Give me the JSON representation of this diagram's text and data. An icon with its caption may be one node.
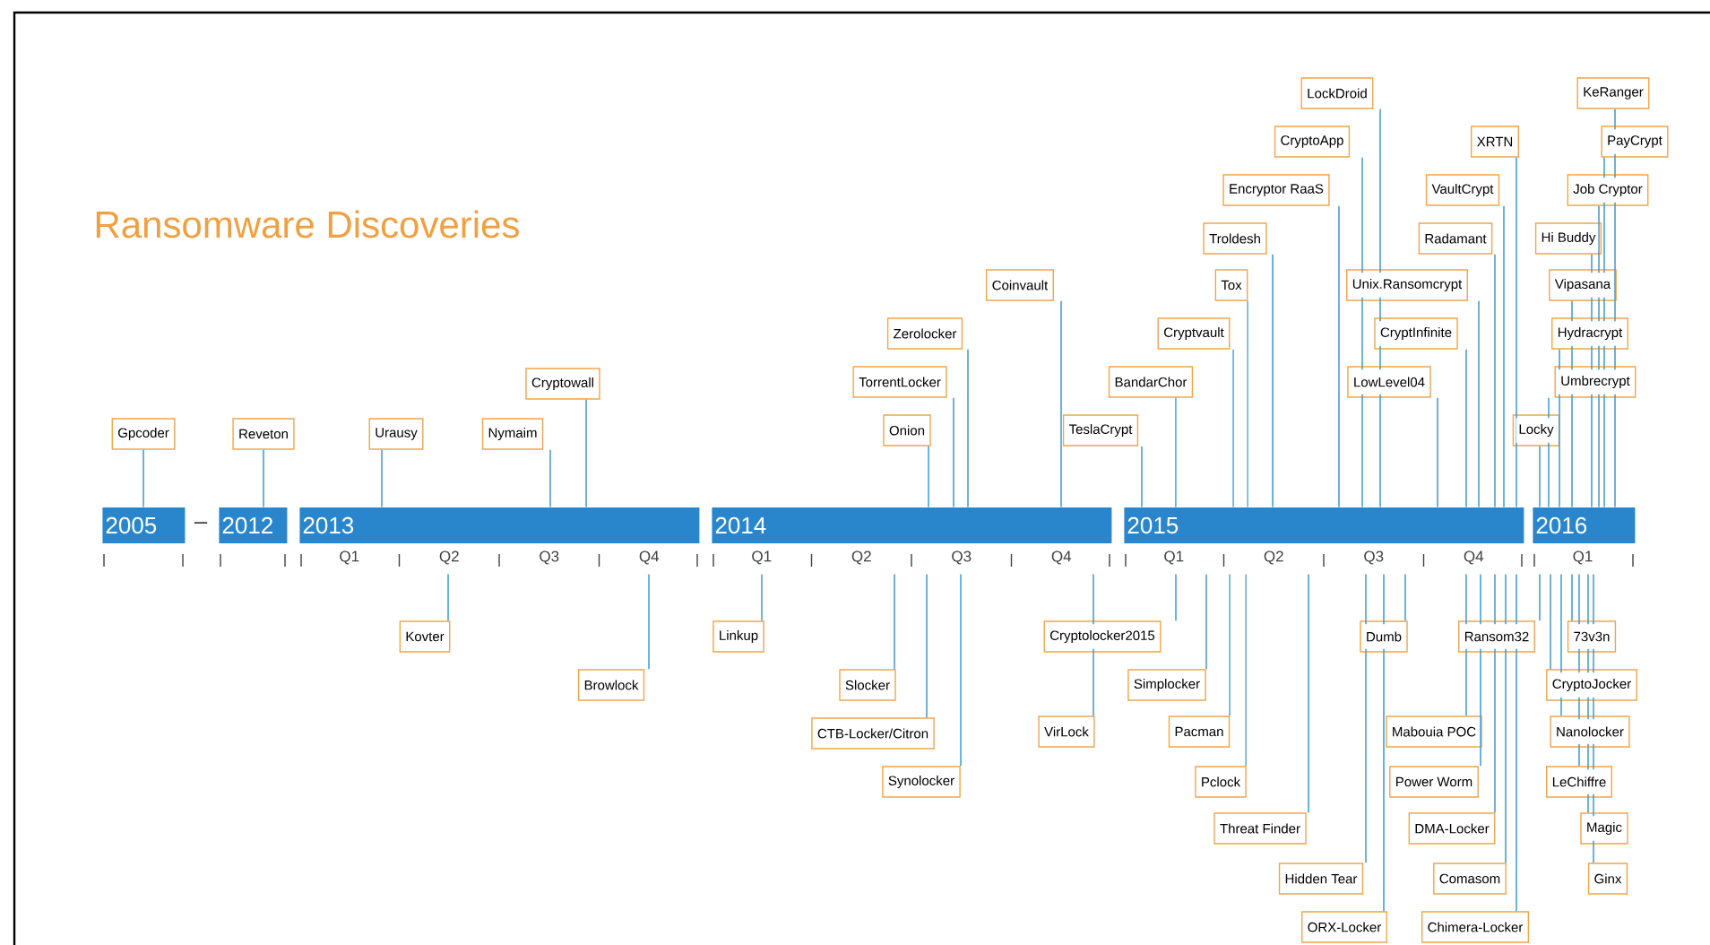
{
  "diagram": {
    "title": "Ransomware Discoveries",
    "nodes": [
      {
        "text": [
          "2005"
        ]
      },
      {
        "text": [
          "2012"
        ]
      },
      {
        "text": [
          "2013"
        ]
      },
      {
        "text": [
          "2014"
        ]
      },
      {
        "text": [
          "2015"
        ]
      },
      {
        "text": [
          "2016"
        ]
      },
      {
        "text": [
          "Gpcoder"
        ]
      },
      {
        "text": [
          "Reveton"
        ]
      },
      {
        "text": [
          "Urausy"
        ]
      },
      {
        "text": [
          "Nymaim"
        ]
      },
      {
        "text": [
          "Cryptowall"
        ]
      },
      {
        "text": [
          "Kovter"
        ]
      },
      {
        "text": [
          "Browlock"
        ]
      },
      {
        "text": [
          "Linkup"
        ]
      },
      {
        "text": [
          "Onion"
        ]
      },
      {
        "text": [
          "TorrentLocker"
        ]
      },
      {
        "text": [
          "Zerolocker"
        ]
      },
      {
        "text": [
          "Slocker"
        ]
      },
      {
        "text": [
          "CTB-Locker/Citron"
        ]
      },
      {
        "text": [
          "Synolocker"
        ]
      },
      {
        "text": [
          "Coinvault"
        ]
      },
      {
        "text": [
          "VirLock"
        ]
      },
      {
        "text": [
          "TeslaCrypt"
        ]
      },
      {
        "text": [
          "Cryptolocker2015"
        ]
      },
      {
        "text": [
          "BandarChor"
        ]
      },
      {
        "text": [
          "Simplocker"
        ]
      },
      {
        "text": [
          "Cryptvault"
        ]
      },
      {
        "text": [
          "Pacman"
        ]
      },
      {
        "text": [
          "Pclock"
        ]
      },
      {
        "text": [
          "Tox"
        ]
      },
      {
        "text": [
          "Troldesh"
        ]
      },
      {
        "text": [
          "Threat Finder"
        ]
      },
      {
        "text": [
          "Encryptor RaaS"
        ]
      },
      {
        "text": [
          "CryptoApp"
        ]
      },
      {
        "text": [
          "LockDroid"
        ]
      },
      {
        "text": [
          "Hidden Tear"
        ]
      },
      {
        "text": [
          "ORX-Locker"
        ]
      },
      {
        "text": [
          "Dumb"
        ]
      },
      {
        "text": [
          "LowLevel04"
        ]
      },
      {
        "text": [
          "CryptInfinite"
        ]
      },
      {
        "text": [
          "Unix.Ransomcrypt"
        ]
      },
      {
        "text": [
          "Mabouia POC"
        ]
      },
      {
        "text": [
          "Power Worm"
        ]
      },
      {
        "text": [
          "Radamant"
        ]
      },
      {
        "text": [
          "DMA-Locker"
        ]
      },
      {
        "text": [
          "VaultCrypt"
        ]
      },
      {
        "text": [
          "Comasom"
        ]
      },
      {
        "text": [
          "XRTN"
        ]
      },
      {
        "text": [
          "Chimera-Locker"
        ]
      },
      {
        "text": [
          "Ransom32"
        ]
      },
      {
        "text": [
          "Locky"
        ]
      },
      {
        "text": [
          "Umbrecrypt"
        ]
      },
      {
        "text": [
          "CryptoJocker"
        ]
      },
      {
        "text": [
          "Hydracrypt"
        ]
      },
      {
        "text": [
          "Nanolocker"
        ]
      },
      {
        "text": [
          "Vipasana"
        ]
      },
      {
        "text": [
          "73v3n"
        ]
      },
      {
        "text": [
          "LeChiffre"
        ]
      },
      {
        "text": [
          "Hi Buddy"
        ]
      },
      {
        "text": [
          "Magic"
        ]
      },
      {
        "text": [
          "Job Cryptor"
        ]
      },
      {
        "text": [
          "Ginx"
        ]
      },
      {
        "text": [
          "PayCrypt"
        ]
      },
      {
        "text": [
          "KeRanger"
        ]
      }
    ],
    "edges": [
      {
        "from": 6,
        "to": 0,
        "arrow": "none"
      },
      {
        "from": 7,
        "to": 1,
        "arrow": "none"
      },
      {
        "from": 8,
        "to": 2,
        "arrow": "none"
      },
      {
        "from": 9,
        "to": 2,
        "arrow": "none"
      },
      {
        "from": 10,
        "to": 2,
        "arrow": "none"
      },
      {
        "from": 11,
        "to": 2,
        "arrow": "none"
      },
      {
        "from": 12,
        "to": 2,
        "arrow": "none"
      },
      {
        "from": 13,
        "to": 3,
        "arrow": "none"
      },
      {
        "from": 14,
        "to": 3,
        "arrow": "none"
      },
      {
        "from": 15,
        "to": 3,
        "arrow": "none"
      },
      {
        "from": 16,
        "to": 3,
        "arrow": "none"
      },
      {
        "from": 17,
        "to": 3,
        "arrow": "none"
      },
      {
        "from": 18,
        "to": 3,
        "arrow": "none"
      },
      {
        "from": 19,
        "to": 3,
        "arrow": "none"
      },
      {
        "from": 20,
        "to": 3,
        "arrow": "none"
      },
      {
        "from": 21,
        "to": 3,
        "arrow": "none"
      },
      {
        "from": 22,
        "to": 4,
        "arrow": "none"
      },
      {
        "from": 23,
        "to": 4,
        "arrow": "none"
      },
      {
        "from": 24,
        "to": 4,
        "arrow": "none"
      },
      {
        "from": 25,
        "to": 4,
        "arrow": "none"
      },
      {
        "from": 26,
        "to": 4,
        "arrow": "none"
      },
      {
        "from": 27,
        "to": 4,
        "arrow": "none"
      },
      {
        "from": 28,
        "to": 4,
        "arrow": "none"
      },
      {
        "from": 29,
        "to": 4,
        "arrow": "none"
      },
      {
        "from": 30,
        "to": 4,
        "arrow": "none"
      },
      {
        "from": 31,
        "to": 4,
        "arrow": "none"
      },
      {
        "from": 32,
        "to": 4,
        "arrow": "none"
      },
      {
        "from": 33,
        "to": 4,
        "arrow": "none"
      },
      {
        "from": 34,
        "to": 4,
        "arrow": "none"
      },
      {
        "from": 35,
        "to": 4,
        "arrow": "none"
      },
      {
        "from": 36,
        "to": 4,
        "arrow": "none"
      },
      {
        "from": 37,
        "to": 4,
        "arrow": "none"
      },
      {
        "from": 38,
        "to": 4,
        "arrow": "none"
      },
      {
        "from": 39,
        "to": 4,
        "arrow": "none"
      },
      {
        "from": 40,
        "to": 4,
        "arrow": "none"
      },
      {
        "from": 41,
        "to": 4,
        "arrow": "none"
      },
      {
        "from": 42,
        "to": 4,
        "arrow": "none"
      },
      {
        "from": 43,
        "to": 4,
        "arrow": "none"
      },
      {
        "from": 44,
        "to": 4,
        "arrow": "none"
      },
      {
        "from": 45,
        "to": 4,
        "arrow": "none"
      },
      {
        "from": 46,
        "to": 4,
        "arrow": "none"
      },
      {
        "from": 47,
        "to": 4,
        "arrow": "none"
      },
      {
        "from": 48,
        "to": 4,
        "arrow": "none"
      },
      {
        "from": 49,
        "to": 5,
        "arrow": "none"
      },
      {
        "from": 50,
        "to": 5,
        "arrow": "none"
      },
      {
        "from": 51,
        "to": 5,
        "arrow": "none"
      },
      {
        "from": 52,
        "to": 5,
        "arrow": "none"
      },
      {
        "from": 53,
        "to": 5,
        "arrow": "none"
      },
      {
        "from": 54,
        "to": 5,
        "arrow": "none"
      },
      {
        "from": 55,
        "to": 5,
        "arrow": "none"
      },
      {
        "from": 56,
        "to": 5,
        "arrow": "none"
      },
      {
        "from": 57,
        "to": 5,
        "arrow": "none"
      },
      {
        "from": 58,
        "to": 5,
        "arrow": "none"
      },
      {
        "from": 59,
        "to": 5,
        "arrow": "none"
      },
      {
        "from": 60,
        "to": 5,
        "arrow": "none"
      },
      {
        "from": 61,
        "to": 5,
        "arrow": "none"
      },
      {
        "from": 62,
        "to": 5,
        "arrow": "none"
      },
      {
        "from": 63,
        "to": 5,
        "arrow": "none"
      }
    ],
    "labels": [
      "–",
      "Q1",
      "Q2",
      "Q3",
      "Q4",
      "Q1",
      "Q2",
      "Q3",
      "Q4",
      "Q1",
      "Q2",
      "Q3",
      "Q4",
      "Q1"
    ]
  }
}
